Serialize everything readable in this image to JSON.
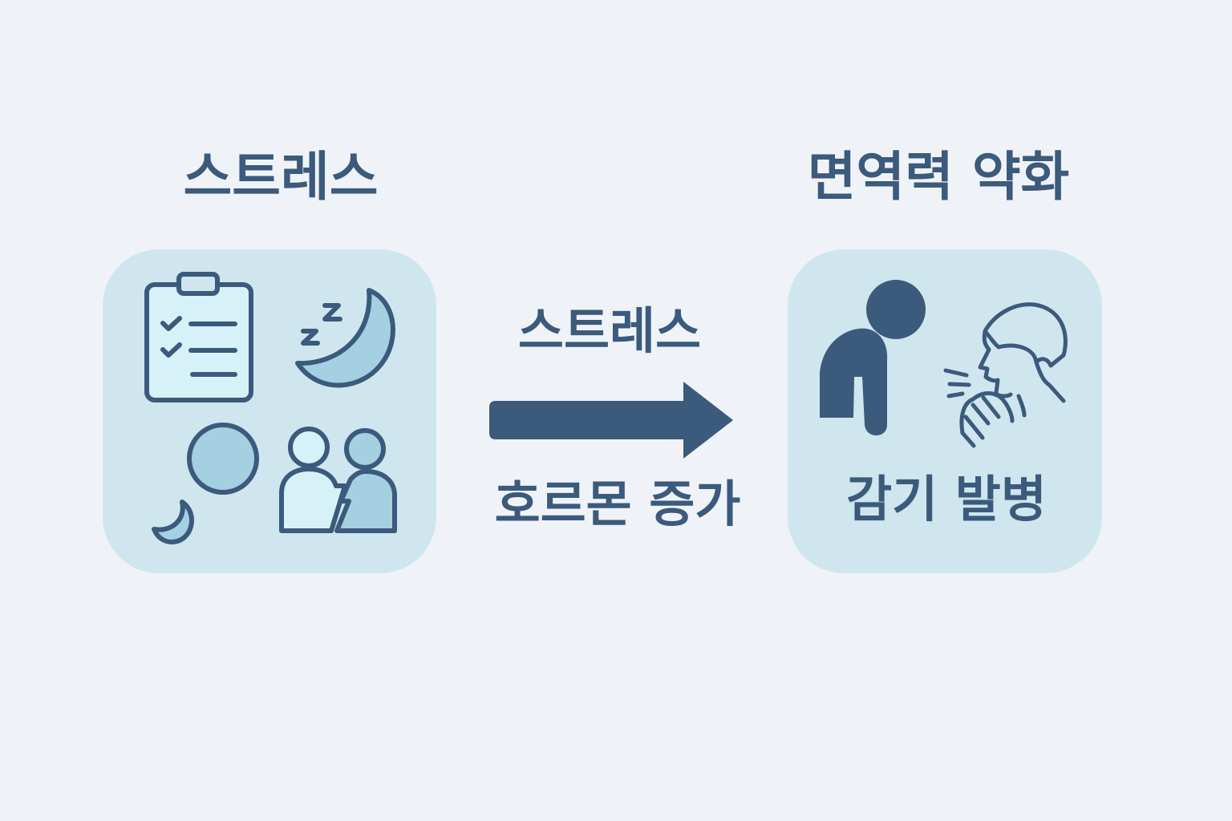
{
  "colors": {
    "background": "#eff3f7",
    "panel": "#cfe6ee",
    "ink": "#3b5a7c",
    "fill_light": "#d7f1f9",
    "fill_mid": "#a4d0e2"
  },
  "left_panel": {
    "title": "스트레스",
    "icons": [
      "clipboard-checklist-icon",
      "sleeping-moon-icon",
      "circle-icon",
      "small-moon-icon",
      "two-people-conflict-icon"
    ]
  },
  "arrow": {
    "top_label": "스트레스",
    "bottom_label": "호르몬 증가",
    "icon": "right-arrow-icon"
  },
  "right_panel": {
    "title": "면역력 약화",
    "caption": "감기 발병",
    "icons": [
      "tired-person-icon",
      "coughing-person-icon"
    ]
  }
}
